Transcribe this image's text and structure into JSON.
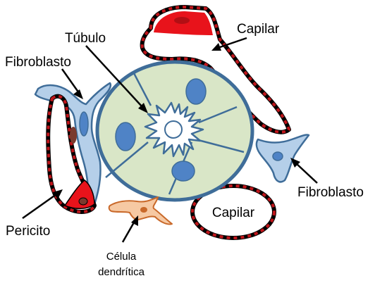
{
  "labels": {
    "tubulo": "Túbulo",
    "fibroblasto_left": "Fibroblasto",
    "capilar_top": "Capilar",
    "fibroblasto_right": "Fibroblasto",
    "capilar_bottom": "Capilar",
    "pericito": "Pericito",
    "celula_line1": "Célula",
    "celula_line2": "dendrítica"
  },
  "colors": {
    "tubule_fill": "#d9e6c7",
    "tubule_stroke": "#3f6d99",
    "nucleus_fill": "#4f83c6",
    "fibroblast_fill": "#b5cfe9",
    "capillary_stroke": "#000000",
    "capillary_dash": "#c0161b",
    "red_cell": "#e8131b",
    "pericyte_nucleus": "#7a3a2e",
    "dendritic_fill": "#f6c9a3",
    "dendritic_stroke": "#c9692a"
  }
}
